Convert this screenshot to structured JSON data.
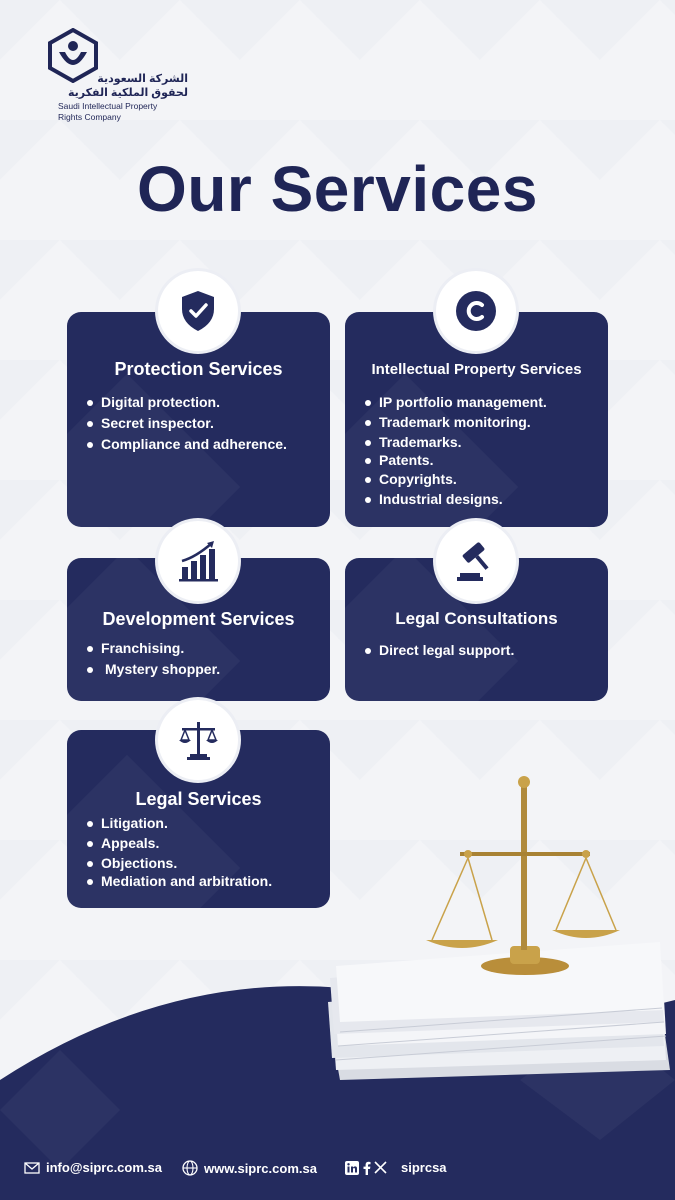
{
  "logo": {
    "arabic_line1": "الشركة السعودية",
    "arabic_line2": "لحقوق الملكية الفكرية",
    "english_line1": "Saudi Intellectual Property",
    "english_line2": "Rights Company"
  },
  "title": "Our Services",
  "cards": {
    "protection": {
      "title": "Protection Services",
      "icon": "shield-check-icon",
      "items": [
        "Digital protection.",
        "Secret inspector.",
        "Compliance and adherence."
      ]
    },
    "ip": {
      "title": "Intellectual Property Services",
      "icon": "copyright-icon",
      "items": [
        "IP portfolio management.",
        "Trademark monitoring.",
        "Trademarks.",
        "Patents.",
        "Copyrights.",
        "Industrial designs."
      ]
    },
    "development": {
      "title": "Development Services",
      "icon": "growth-chart-icon",
      "items": [
        "Franchising.",
        "Mystery shopper."
      ]
    },
    "consultations": {
      "title": "Legal Consultations",
      "icon": "gavel-icon",
      "items": [
        "Direct legal support."
      ]
    },
    "legal": {
      "title": "Legal Services",
      "icon": "scales-icon",
      "items": [
        "Litigation.",
        "Appeals.",
        "Objections.",
        "Mediation and arbitration."
      ]
    }
  },
  "footer": {
    "email": "info@siprc.com.sa",
    "website": "www.siprc.com.sa",
    "social_handle": "siprcsa",
    "social_icons": [
      "linkedin-icon",
      "facebook-icon",
      "x-icon"
    ]
  },
  "colors": {
    "navy": "#242b5e",
    "title_navy": "#1f2556",
    "background": "#f3f4f7",
    "gold": "#c9a24a"
  }
}
